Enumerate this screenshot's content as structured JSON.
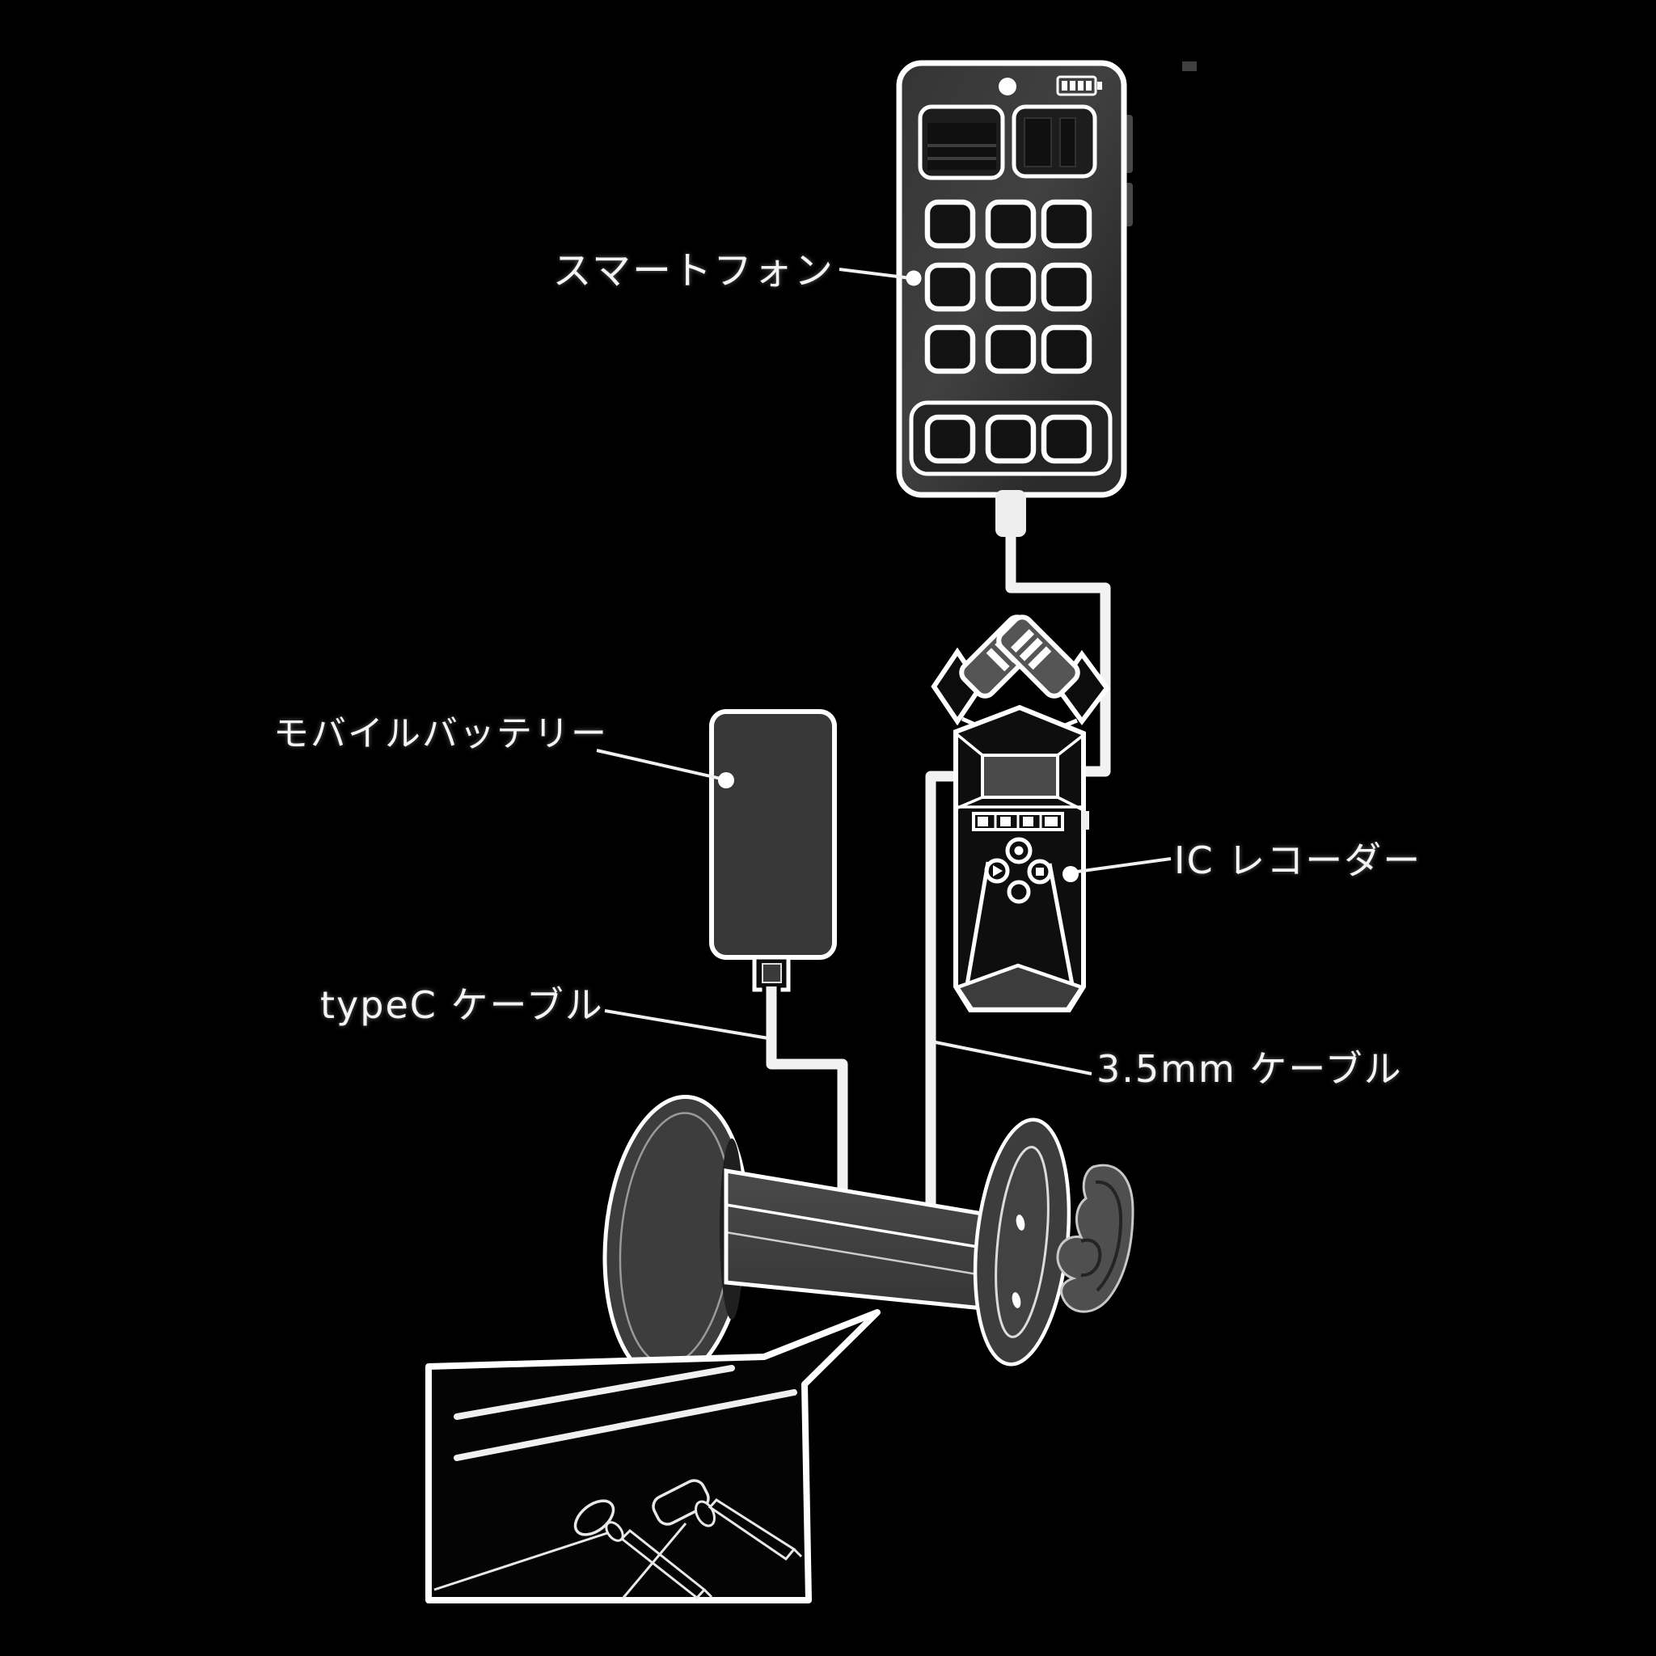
{
  "diagram": {
    "title": "recording-setup-diagram",
    "labels": {
      "smartphone": "スマートフォン",
      "mobile_battery": "モバイルバッテリー",
      "ic_recorder": "IC レコーダー",
      "typec_cable": "typeC ケーブル",
      "cable_3_5mm": "3.5mm ケーブル"
    },
    "colors": {
      "background": "#000000",
      "outline": "#ffffff",
      "device_fill_dark": "#2f2f2f",
      "device_fill_mid": "#3d3d3d",
      "device_fill_light": "#4a4a4a",
      "label_text": "#f5f5f5"
    }
  }
}
